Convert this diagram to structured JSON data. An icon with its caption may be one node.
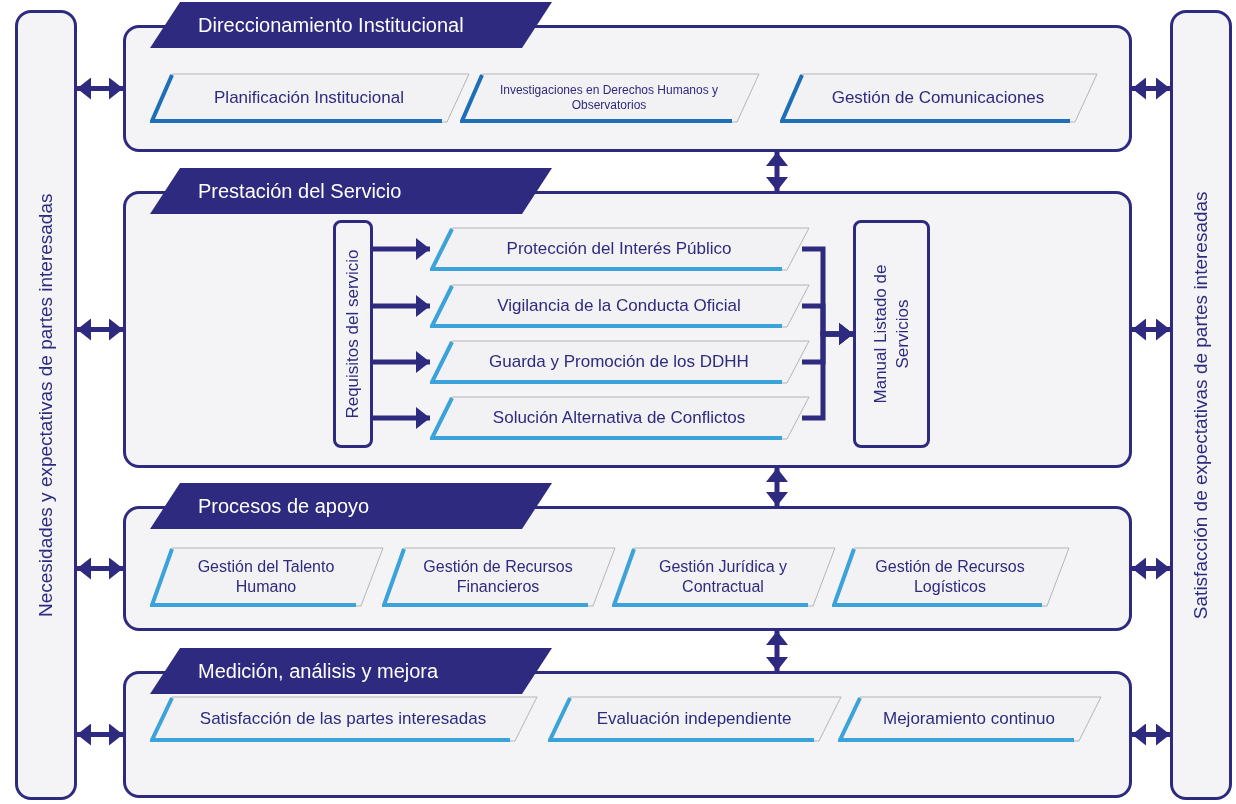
{
  "diagram": {
    "nodes": [
      {
        "text": [
          "Necesidades y expectativas de partes interesadas"
        ]
      },
      {
        "text": [
          "Direccionamiento Institucional"
        ]
      },
      {
        "text": [
          "Planificación Institucional"
        ],
        "in": 1
      },
      {
        "text": [
          "Investigaciones en Derechos Humanos y Observatorios"
        ],
        "in": 1
      },
      {
        "text": [
          "Gestión de Comunicaciones"
        ],
        "in": 1
      },
      {
        "text": [
          "Prestación del Servicio"
        ]
      },
      {
        "text": [
          "Requisitos del servicio"
        ],
        "in": 5
      },
      {
        "text": [
          "Protección del Interés Público"
        ],
        "in": 5
      },
      {
        "text": [
          "Vigilancia de la Conducta Oficial"
        ],
        "in": 5
      },
      {
        "text": [
          "Guarda y Promoción de los DDHH"
        ],
        "in": 5
      },
      {
        "text": [
          "Solución Alternativa de Conflictos"
        ],
        "in": 5
      },
      {
        "text": [
          "Manual Listado de Servicios"
        ],
        "in": 5
      },
      {
        "text": [
          "Procesos de apoyo"
        ]
      },
      {
        "text": [
          "Gestión del Talento Humano"
        ],
        "in": 12
      },
      {
        "text": [
          "Gestión de Recursos Financieros"
        ],
        "in": 12
      },
      {
        "text": [
          "Gestión Jurídica y Contractual"
        ],
        "in": 12
      },
      {
        "text": [
          "Gestión de Recursos Logísticos"
        ],
        "in": 12
      },
      {
        "text": [
          "Medición, análisis y mejora"
        ]
      },
      {
        "text": [
          "Satisfacción de las partes interesadas"
        ],
        "in": 17
      },
      {
        "text": [
          "Evaluación independiente"
        ],
        "in": 17
      },
      {
        "text": [
          "Mejoramiento continuo"
        ],
        "in": 17
      },
      {
        "text": [
          "Satisfacción de expectativas de partes interesadas"
        ]
      }
    ],
    "edges": [
      {
        "from": 0,
        "to": 1,
        "arrow": "both"
      },
      {
        "from": 0,
        "to": 5,
        "arrow": "both"
      },
      {
        "from": 0,
        "to": 12,
        "arrow": "both"
      },
      {
        "from": 0,
        "to": 17,
        "arrow": "both"
      },
      {
        "from": 1,
        "to": 21,
        "arrow": "both"
      },
      {
        "from": 5,
        "to": 21,
        "arrow": "both"
      },
      {
        "from": 12,
        "to": 21,
        "arrow": "both"
      },
      {
        "from": 17,
        "to": 21,
        "arrow": "both"
      },
      {
        "from": 1,
        "to": 5,
        "arrow": "both"
      },
      {
        "from": 5,
        "to": 12,
        "arrow": "both"
      },
      {
        "from": 12,
        "to": 17,
        "arrow": "both"
      },
      {
        "from": 6,
        "to": 7,
        "arrow": "to"
      },
      {
        "from": 6,
        "to": 8,
        "arrow": "to"
      },
      {
        "from": 6,
        "to": 9,
        "arrow": "to"
      },
      {
        "from": 6,
        "to": 10,
        "arrow": "to"
      },
      {
        "from": 7,
        "to": 11,
        "arrow": "to"
      },
      {
        "from": 8,
        "to": 11,
        "arrow": "to"
      },
      {
        "from": 9,
        "to": 11,
        "arrow": "to"
      },
      {
        "from": 10,
        "to": 11,
        "arrow": "to"
      }
    ]
  }
}
